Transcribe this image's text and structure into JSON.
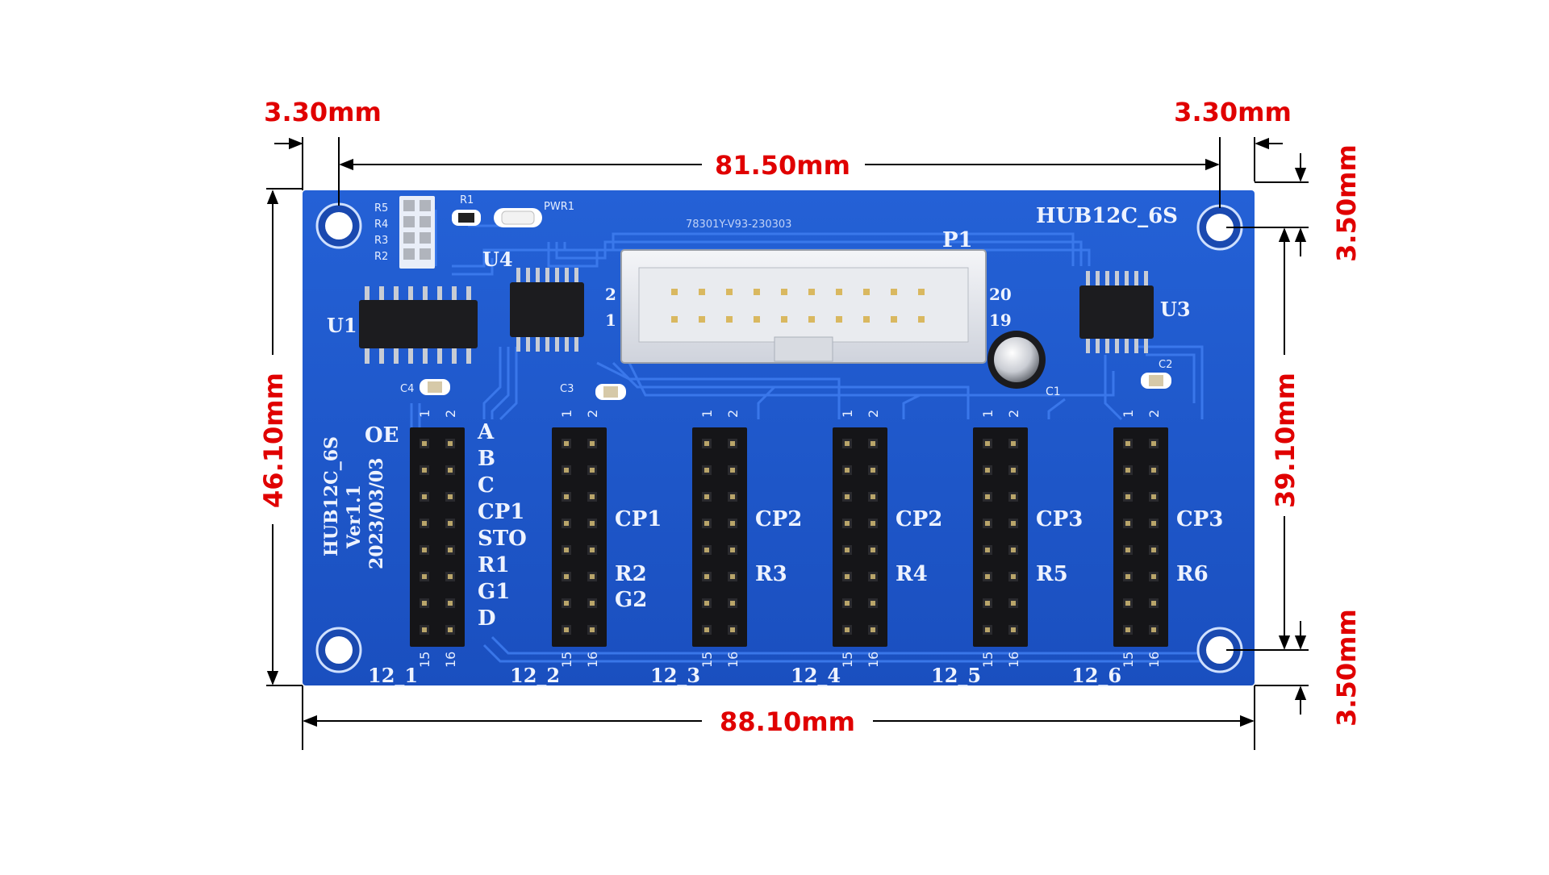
{
  "dimensions": {
    "left_edge_offset": "3.30mm",
    "right_edge_offset": "3.30mm",
    "hole_spacing_width": "81.50mm",
    "board_width": "88.10mm",
    "board_height": "46.10mm",
    "hole_spacing_height": "39.10mm",
    "top_edge_offset": "3.50mm",
    "bottom_edge_offset": "3.50mm"
  },
  "board": {
    "name": "HUB12C_6S",
    "side_label_line1": "HUB12C_6S",
    "side_label_line2": "Ver1.1",
    "side_label_line3": "2023/03/03",
    "serial": "78301Y-V93-230303",
    "connector": {
      "name": "P1",
      "pin_2": "2",
      "pin_1": "1",
      "pin_20": "20",
      "pin_19": "19"
    },
    "chips": {
      "u1": "U1",
      "u3": "U3",
      "u4": "U4"
    },
    "components": {
      "r1": "R1",
      "pwr": "PWR1",
      "r5": "R5",
      "r4": "R4",
      "r3": "R3",
      "r2": "R2",
      "c1": "C1",
      "c2": "C2",
      "c3": "C3",
      "c4": "C4"
    },
    "signal_labels": [
      "OE",
      "A",
      "B",
      "C",
      "CP1",
      "STO",
      "R1",
      "G1",
      "D"
    ],
    "header_pin_top": [
      "1",
      "2"
    ],
    "header_pin_bottom": [
      "15",
      "16"
    ],
    "headers": [
      {
        "name": "12_1",
        "labels": []
      },
      {
        "name": "12_2",
        "labels": [
          "CP1",
          "R2",
          "G2"
        ]
      },
      {
        "name": "12_3",
        "labels": [
          "CP2",
          "R3"
        ]
      },
      {
        "name": "12_4",
        "labels": [
          "CP2",
          "R4"
        ]
      },
      {
        "name": "12_5",
        "labels": [
          "CP3",
          "R5"
        ]
      },
      {
        "name": "12_6",
        "labels": [
          "CP3",
          "R6"
        ]
      }
    ]
  },
  "colors": {
    "dimension": "#e00000",
    "pcb": "#1f57c9",
    "silkscreen": "#eef3ff"
  }
}
